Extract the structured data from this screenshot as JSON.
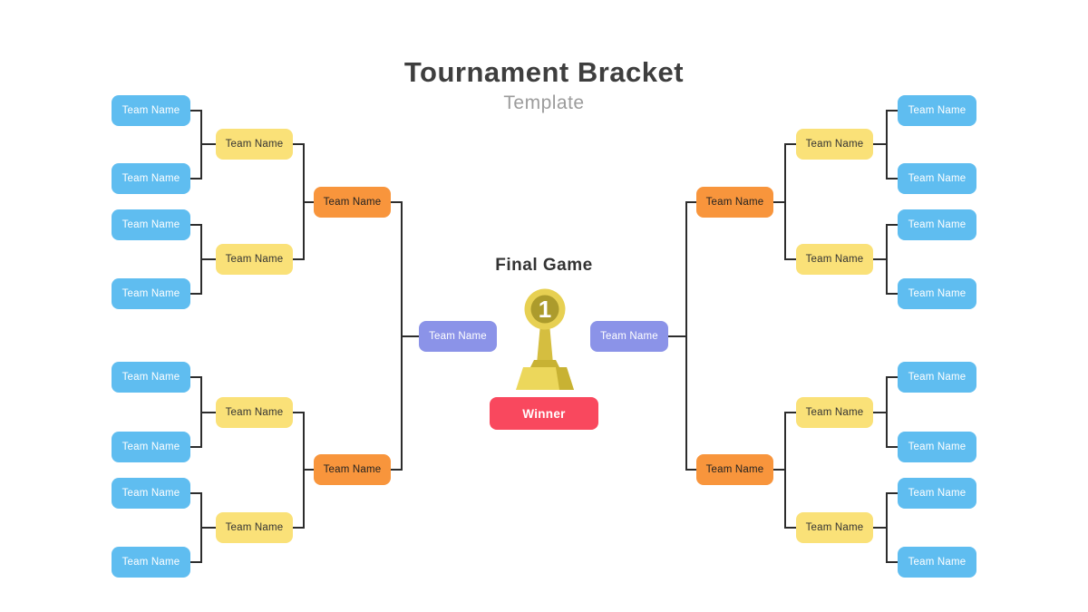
{
  "header": {
    "title": "Tournament Bracket",
    "subtitle": "Template"
  },
  "center": {
    "final_heading": "Final Game",
    "trophy_number": "1",
    "winner_label": "Winner"
  },
  "sides": {
    "left": {
      "round1": [
        "Team Name",
        "Team Name",
        "Team Name",
        "Team Name",
        "Team Name",
        "Team Name",
        "Team Name",
        "Team Name"
      ],
      "round2": [
        "Team Name",
        "Team Name",
        "Team Name",
        "Team Name"
      ],
      "round3": [
        "Team Name",
        "Team Name"
      ],
      "finalist": "Team Name"
    },
    "right": {
      "round1": [
        "Team Name",
        "Team Name",
        "Team Name",
        "Team Name",
        "Team Name",
        "Team Name",
        "Team Name",
        "Team Name"
      ],
      "round2": [
        "Team Name",
        "Team Name",
        "Team Name",
        "Team Name"
      ],
      "round3": [
        "Team Name",
        "Team Name"
      ],
      "finalist": "Team Name"
    }
  },
  "colors": {
    "round1_blue": "#5fbdf0",
    "round2_yellow": "#fae178",
    "round3_orange": "#f8953c",
    "finalist_purple": "#8b93e8",
    "winner_red": "#f9485e",
    "connector": "#2d2d2d",
    "trophy_gold": "#e7d052",
    "trophy_gold_dark": "#ac9b2c",
    "trophy_gold_mid": "#d5be40",
    "trophy_base": "#ecd75b",
    "trophy_base_shadow": "#c8b233"
  }
}
